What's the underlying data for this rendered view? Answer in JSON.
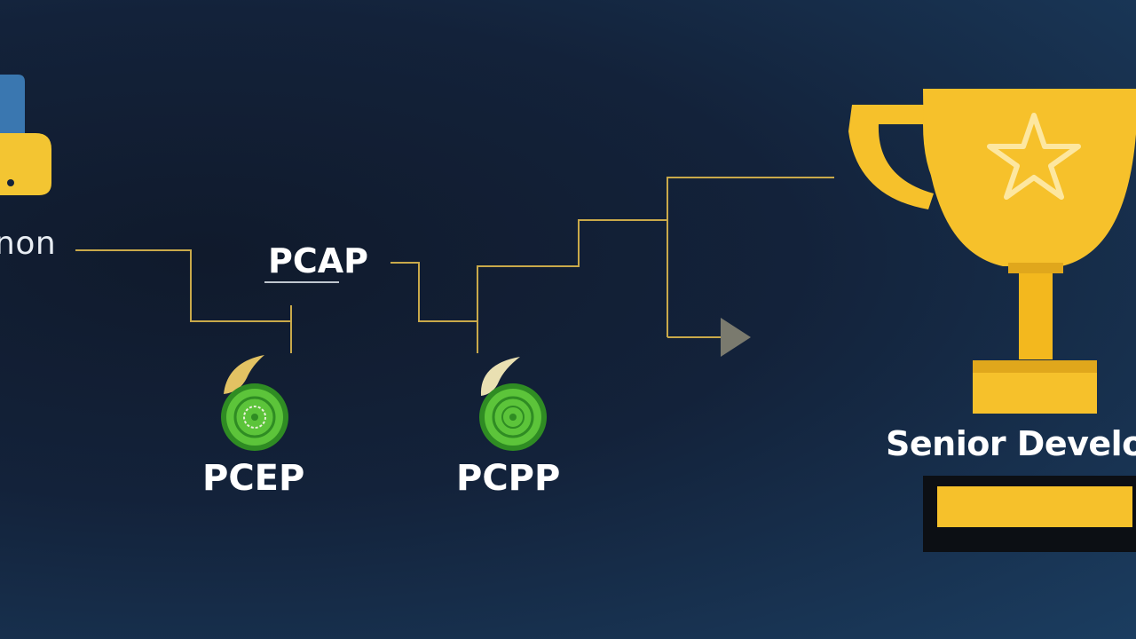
{
  "labels": {
    "python": "non",
    "pcap": "PCAP",
    "pcep": "PCEP",
    "pcpp": "PCPP",
    "senior": "Senior Develop"
  },
  "colors": {
    "background": "#13223a",
    "connector": "#c9a94a",
    "gold": "#f6c12b",
    "gold_dark": "#e0a71c",
    "badge_green": "#5cc43a",
    "badge_ring": "#2f8c23",
    "arrow": "#7a7a6e",
    "python_blue": "#3a77b0",
    "python_yellow": "#f3c532",
    "bar_fill": "#f6c12b",
    "bar_frame": "#0c0f14"
  },
  "icons": [
    "python-logo-icon",
    "leaf-icon",
    "badge-icon",
    "arrow-icon",
    "trophy-icon",
    "star-icon"
  ]
}
